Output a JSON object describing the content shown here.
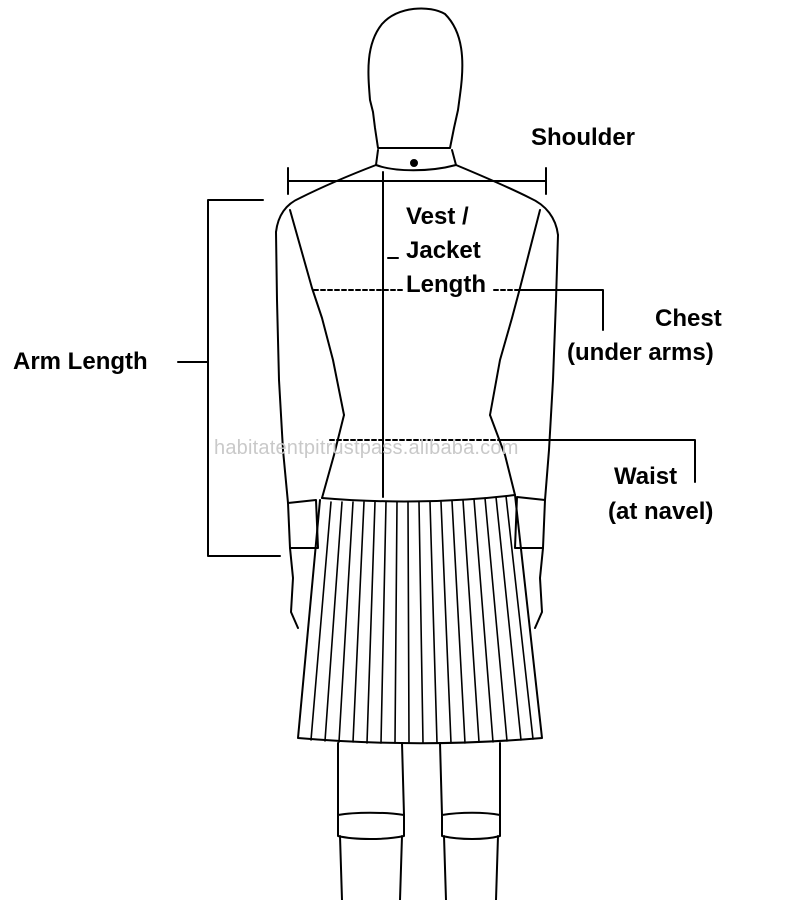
{
  "labels": {
    "shoulder": "Shoulder",
    "vest_line1": "Vest /",
    "vest_line2": "Jacket",
    "vest_line3": "Length",
    "arm_length": "Arm Length",
    "chest_line1": "Chest",
    "chest_line2": "(under arms)",
    "waist_line1": "Waist",
    "waist_line2": "(at navel)"
  },
  "watermark": "habitatentpitrustpass.alibaba.com",
  "colors": {
    "ink": "#000000",
    "watermark": "#c9c9c9",
    "background": "#ffffff"
  }
}
